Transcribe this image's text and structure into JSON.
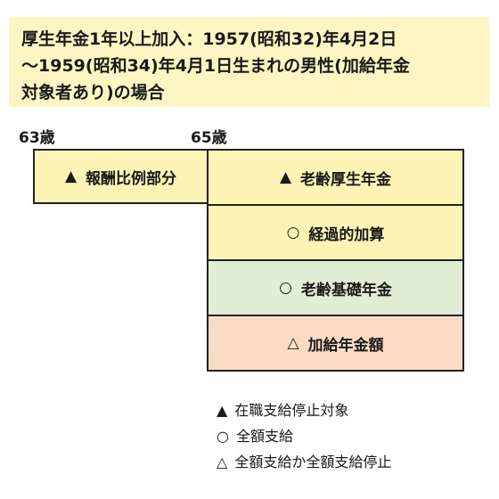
{
  "title": {
    "lines": [
      "厚生年金1年以上加入：1957(昭和32)年4月2日",
      "～1959(昭和34)年4月1日生まれの男性(加給年金",
      "対象者あり)の場合"
    ]
  },
  "ages": {
    "start": "63歳",
    "pension": "65歳"
  },
  "boxes": {
    "left": {
      "symbol": "▲",
      "label": "報酬比例部分"
    },
    "right": [
      {
        "symbol": "▲",
        "label": "老齢厚生年金",
        "color": "#fbf4b5"
      },
      {
        "symbol": "○",
        "label": "経過的加算",
        "color": "#fbf4b5"
      },
      {
        "symbol": "○",
        "label": "老齢基礎年金",
        "color": "#e0eed6"
      },
      {
        "symbol": "△",
        "label": "加給年金額",
        "color": "#fadcc5"
      }
    ],
    "left_color": "#fbf4b5"
  },
  "legend": [
    {
      "symbol": "▲",
      "text": "在職支給停止対象"
    },
    {
      "symbol": "○",
      "text": "全額支給"
    },
    {
      "symbol": "△",
      "text": "全額支給か全額支給停止"
    }
  ]
}
